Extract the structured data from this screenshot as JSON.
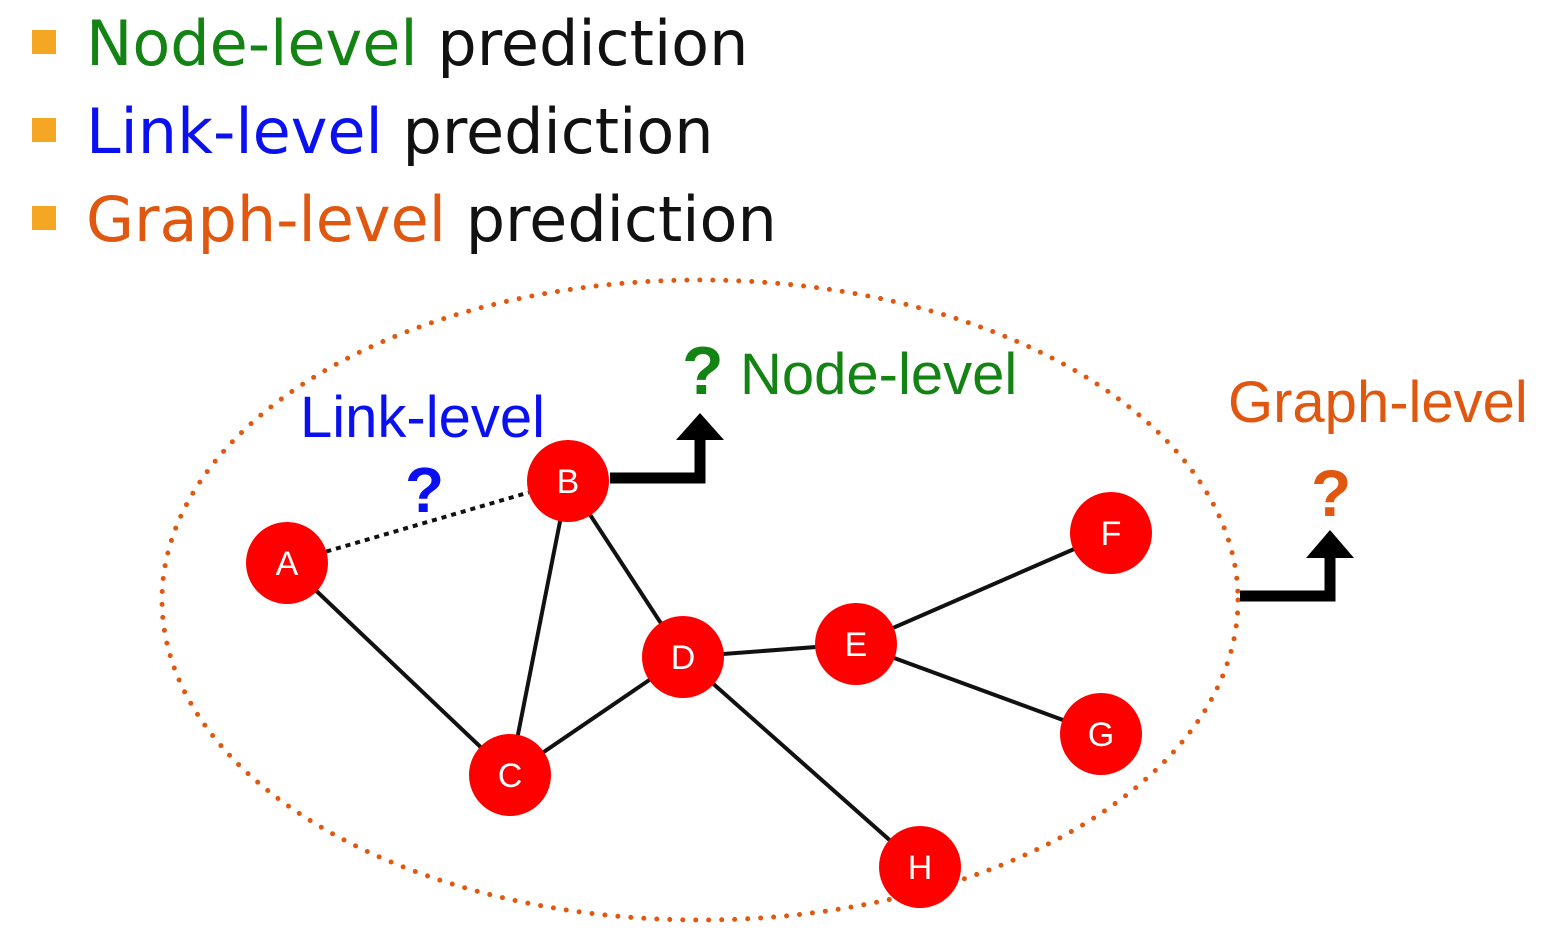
{
  "bullets": [
    {
      "highlight": "Node-level",
      "rest": "prediction",
      "color": "#138313"
    },
    {
      "highlight": "Link-level",
      "rest": "prediction",
      "color": "#0a10f0"
    },
    {
      "highlight": "Graph-level",
      "rest": "prediction",
      "color": "#e0570f"
    }
  ],
  "labels": {
    "link_level": "Link-level",
    "node_level": "Node-level",
    "graph_level": "Graph-level",
    "question_mark": "?"
  },
  "nodes": [
    {
      "id": "A"
    },
    {
      "id": "B"
    },
    {
      "id": "C"
    },
    {
      "id": "D"
    },
    {
      "id": "E"
    },
    {
      "id": "F"
    },
    {
      "id": "G"
    },
    {
      "id": "H"
    }
  ],
  "edges": [
    {
      "from": "A",
      "to": "C"
    },
    {
      "from": "B",
      "to": "C"
    },
    {
      "from": "B",
      "to": "D"
    },
    {
      "from": "C",
      "to": "D"
    },
    {
      "from": "D",
      "to": "E"
    },
    {
      "from": "D",
      "to": "H"
    },
    {
      "from": "E",
      "to": "F"
    },
    {
      "from": "E",
      "to": "G"
    }
  ],
  "predicted_edge": {
    "from": "A",
    "to": "B"
  },
  "colors": {
    "node_fill": "#ff0000",
    "edge": "#111111",
    "node_level": "#138313",
    "link_level": "#0a10f0",
    "graph_level": "#e0570f",
    "bullet_marker": "#f5a623"
  }
}
